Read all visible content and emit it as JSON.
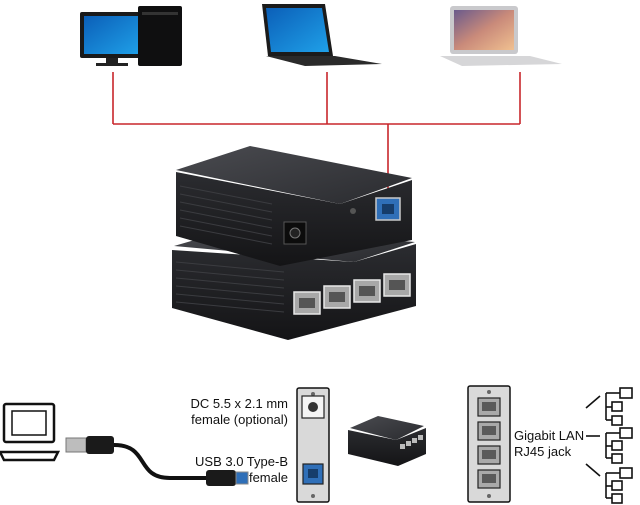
{
  "colors": {
    "connector_line": "#c8262b",
    "device_body": "#1c1c1e",
    "device_edge": "#3a3a3d",
    "panel_fill": "#d9d9d9",
    "usb_blue": "#2f6fb8",
    "text": "#111111"
  },
  "icons": [
    "desktop-pc-icon",
    "windows-laptop-icon",
    "macbook-laptop-icon",
    "laptop-outline-icon",
    "usb-cable-icon",
    "network-topology-icon"
  ],
  "labels": {
    "dc_line1": "DC 5.5 x 2.1 mm",
    "dc_line2": "female (optional)",
    "usb_line1": "USB 3.0 Type-B",
    "usb_line2": "female",
    "lan_line1": "Gigabit LAN",
    "lan_line2": "RJ45 jack"
  },
  "device": {
    "rj45_port_count": 4
  }
}
